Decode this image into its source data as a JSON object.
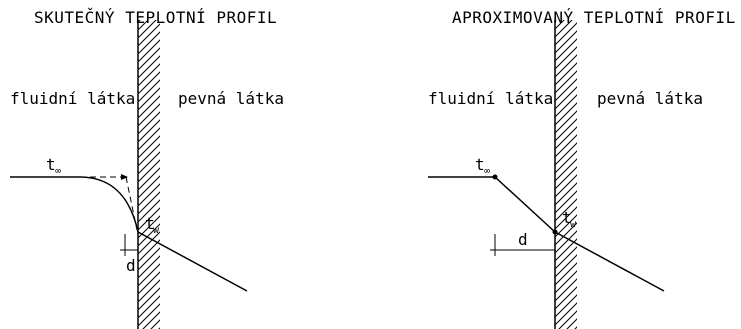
{
  "left_panel": {
    "title": "SKUTEČNÝ TEPLOTNÍ PROFIL",
    "fluid_label": "fluidní látka",
    "solid_label": "pevná látka",
    "t_inf": {
      "base": "t",
      "sub": "∞"
    },
    "t_w": {
      "base": "t",
      "sub": "w"
    },
    "d_label": "d"
  },
  "right_panel": {
    "title": "APROXIMOVANÝ TEPLOTNÍ PROFIL",
    "fluid_label": "fluidní látka",
    "solid_label": "pevná látka",
    "t_inf": {
      "base": "t",
      "sub": "∞"
    },
    "t_w": {
      "base": "t",
      "sub": "w"
    },
    "d_label": "d"
  }
}
